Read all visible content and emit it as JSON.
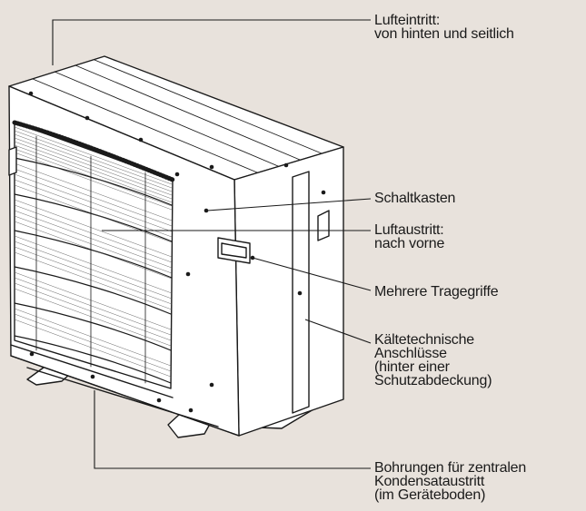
{
  "colors": {
    "background": "#e8e2dc",
    "line": "#1a1a1a",
    "unit_fill": "#ffffff"
  },
  "callouts": {
    "air_inlet": [
      "Lufteintritt:",
      "von hinten und seitlich"
    ],
    "switch_box": [
      "Schaltkasten"
    ],
    "air_outlet": [
      "Luftaustritt:",
      "nach vorne"
    ],
    "handles": [
      "Mehrere Tragegriffe"
    ],
    "refrigerant_connections": [
      "Kältetechnische",
      "Anschlüsse",
      "(hinter einer",
      "Schutzabdeckung)"
    ],
    "condensate_holes": [
      "Bohrungen für zentralen",
      "Kondensataustritt",
      "(im Geräteboden)"
    ]
  }
}
